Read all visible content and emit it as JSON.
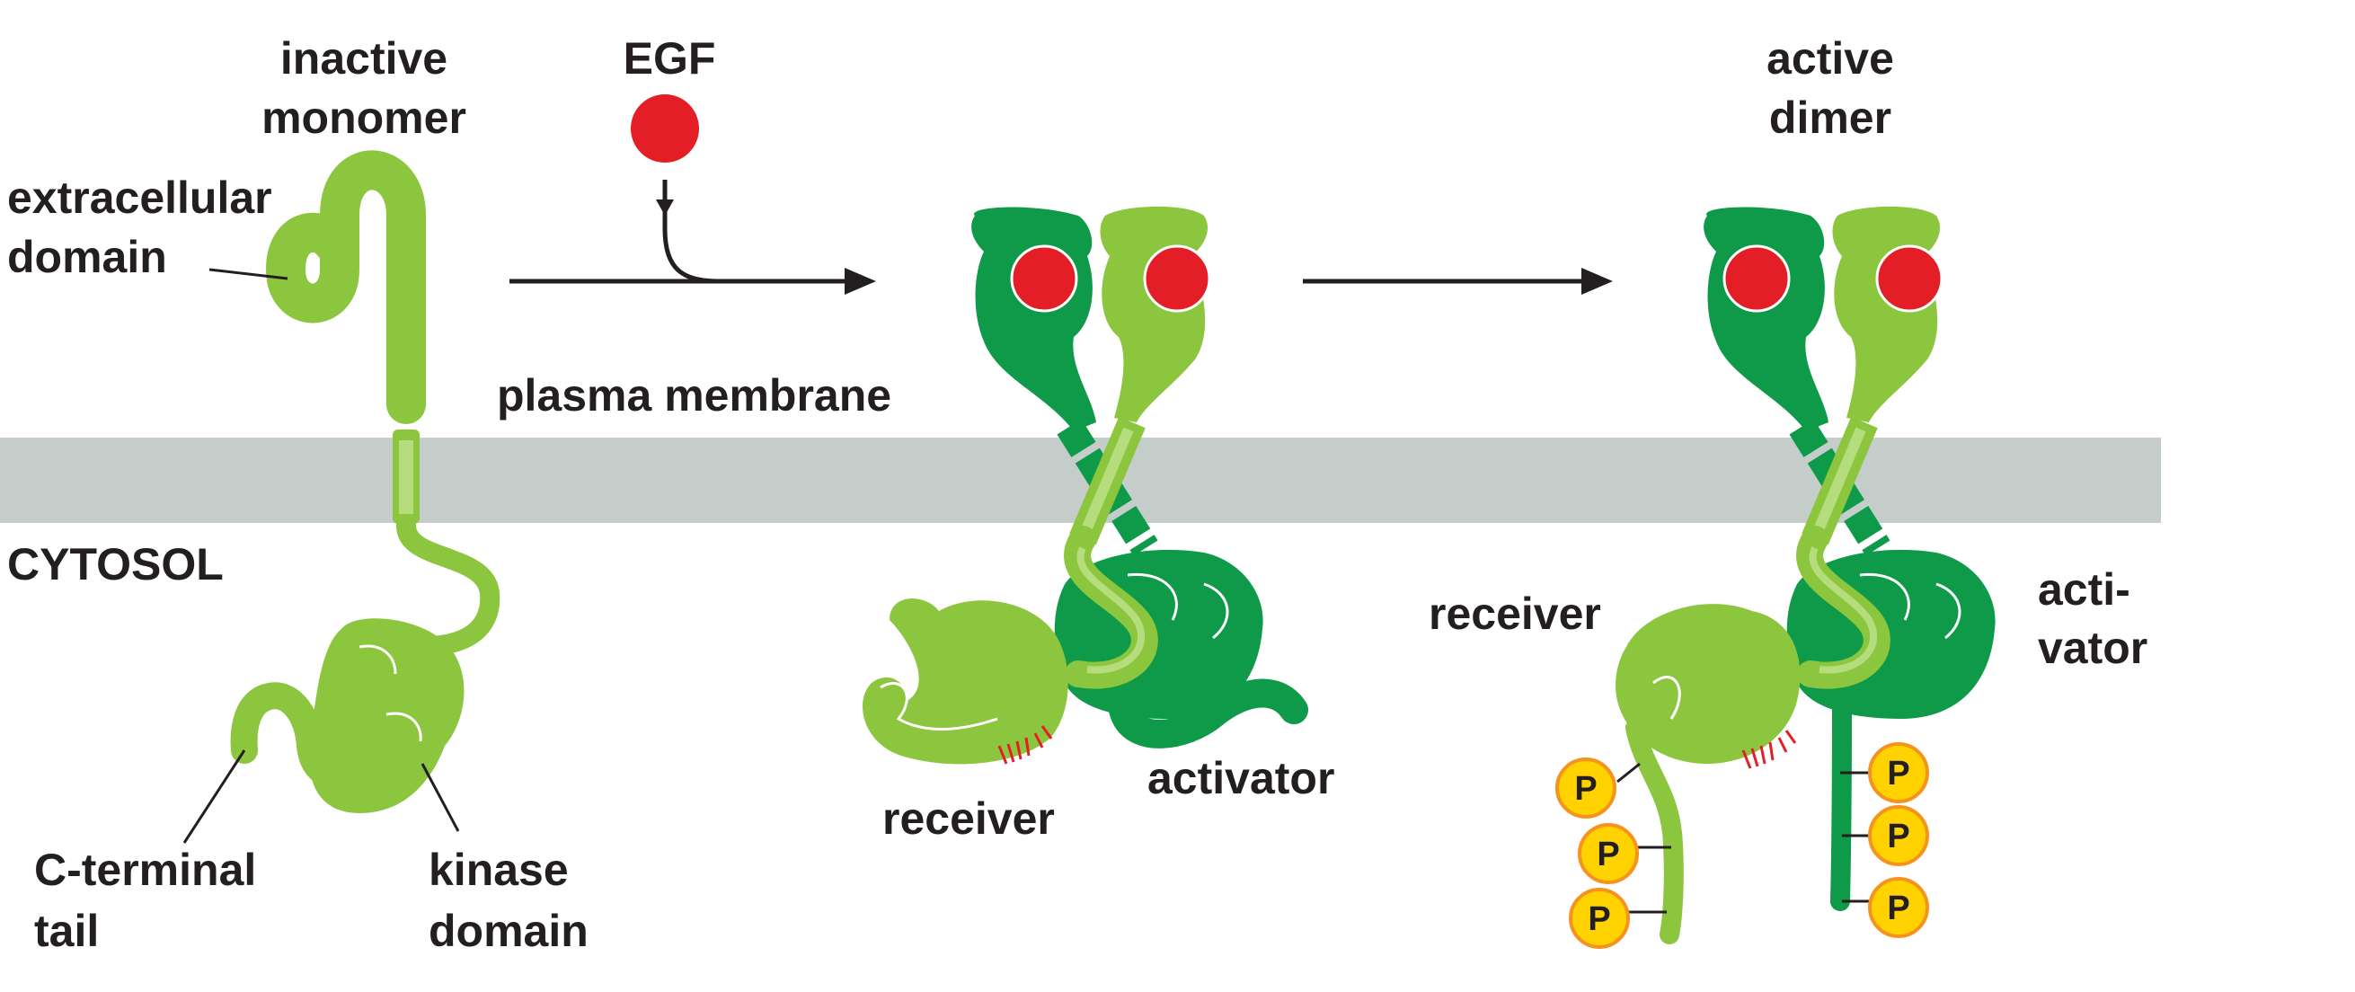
{
  "labels": {
    "inactive_monomer_1": "inactive",
    "inactive_monomer_2": "monomer",
    "egf": "EGF",
    "active_dimer_1": "active",
    "active_dimer_2": "dimer",
    "extracellular_1": "extracellular",
    "extracellular_2": "domain",
    "plasma_membrane": "plasma membrane",
    "cytosol": "CYTOSOL",
    "c_terminal_1": "C-terminal",
    "c_terminal_2": "tail",
    "kinase_1": "kinase",
    "kinase_2": "domain",
    "receiver_mid": "receiver",
    "activator_mid": "activator",
    "receiver_right": "receiver",
    "activator_right_1": "acti-",
    "activator_right_2": "vator",
    "phosphate": "P"
  },
  "colors": {
    "light_green": "#8cc63f",
    "dark_green": "#0e9a48",
    "egf_red": "#e41e26",
    "membrane_gray": "#c5cdcb",
    "phosphate_yellow": "#ffd200",
    "phosphate_ring": "#f6921e",
    "arrow": "#231f20"
  }
}
